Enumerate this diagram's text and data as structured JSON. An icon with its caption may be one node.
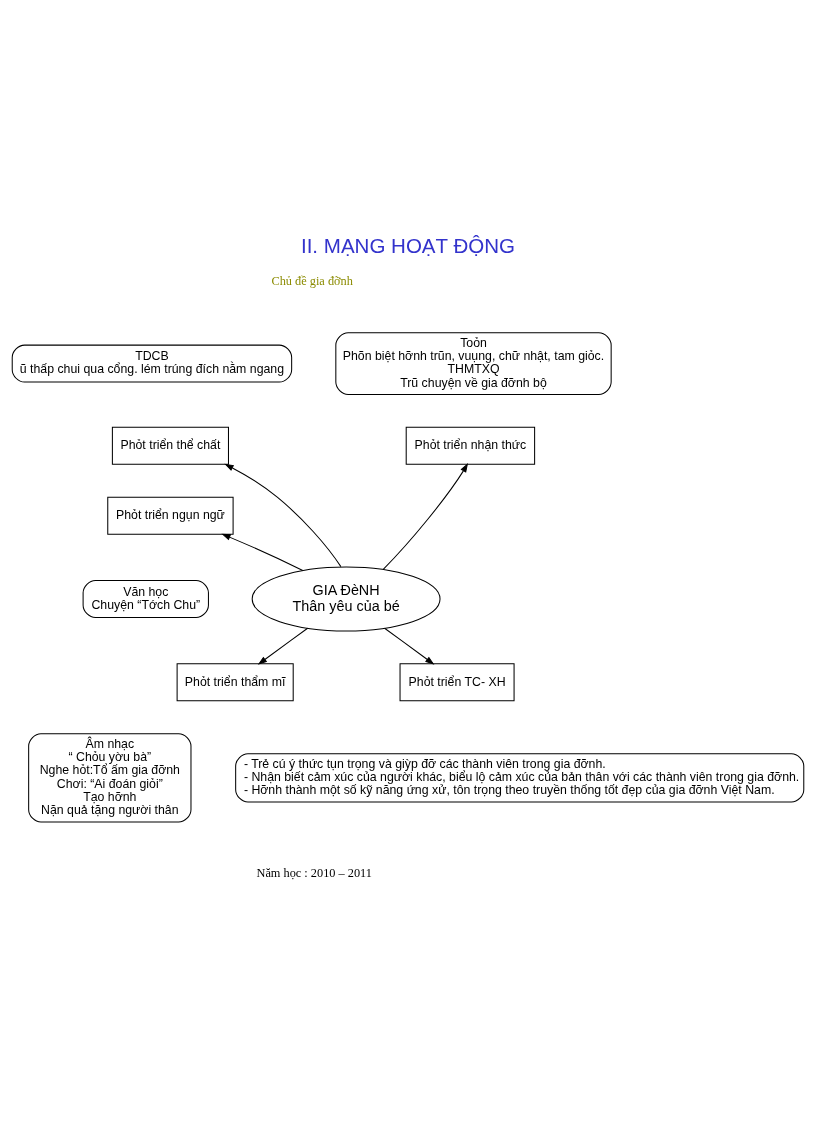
{
  "diagram": {
    "title": "II. MẠNG HOẠT ĐỘNG",
    "nodes": [
      {
        "text": [
          "TDCB",
          "ũ thấp chui qua cổng. lém trúng đích nằm ngang"
        ]
      },
      {
        "text": [
          "Phỏt triển thể chất"
        ]
      },
      {
        "text": [
          "Toỏn",
          "Phõn biệt hỡnh trũn, vuụng, chữ nhật, tam giỏc.",
          "THMTXQ",
          "Trũ chuyện về gia đỡnh bộ"
        ]
      },
      {
        "text": [
          "Phỏt triển nhận thức"
        ]
      },
      {
        "text": [
          "Phỏt triển ngụn ngữ"
        ]
      },
      {
        "text": [
          "Văn học",
          "Chuyện “Tớch Chu”"
        ]
      },
      {
        "text": [
          "GIA ĐèNH",
          "Thân yêu của bé"
        ]
      },
      {
        "text": [
          "Phỏt triển thẩm mĩ"
        ]
      },
      {
        "text": [
          "Phỏt triển TC- XH"
        ]
      },
      {
        "text": [
          "Âm nhạc",
          "“ Chỏu yờu bà”",
          "Nghe hỏt:Tổ ấm gia đỡnh",
          "Chơi: “Ai đoán giỏi”",
          "Tạo hỡnh",
          "Nặn quả tặng người thân"
        ]
      },
      {
        "text": [
          "- Trẻ cú ý thức tụn trọng và giỳp đỡ các thành viên trong gia đỡnh.",
          "- Nhận biết cảm xúc của người khác, biểu lộ cảm xúc của bản thân với các thành viên trong gia đỡnh.",
          "- Hỡnh thành một số kỹ năng ứng xử, tôn trọng theo truyền thống tốt đẹp của gia đỡnh Việt Nam."
        ]
      }
    ],
    "edges": [
      {
        "from": 6,
        "to": 1,
        "arrow": "to"
      },
      {
        "from": 6,
        "to": 3,
        "arrow": "to"
      },
      {
        "from": 6,
        "to": 4,
        "arrow": "to"
      },
      {
        "from": 6,
        "to": 7,
        "arrow": "to"
      },
      {
        "from": 6,
        "to": 8,
        "arrow": "to"
      }
    ],
    "labels": [
      "Chủ đề gia đỡnh",
      "Năm học : 2010 – 2011"
    ]
  }
}
